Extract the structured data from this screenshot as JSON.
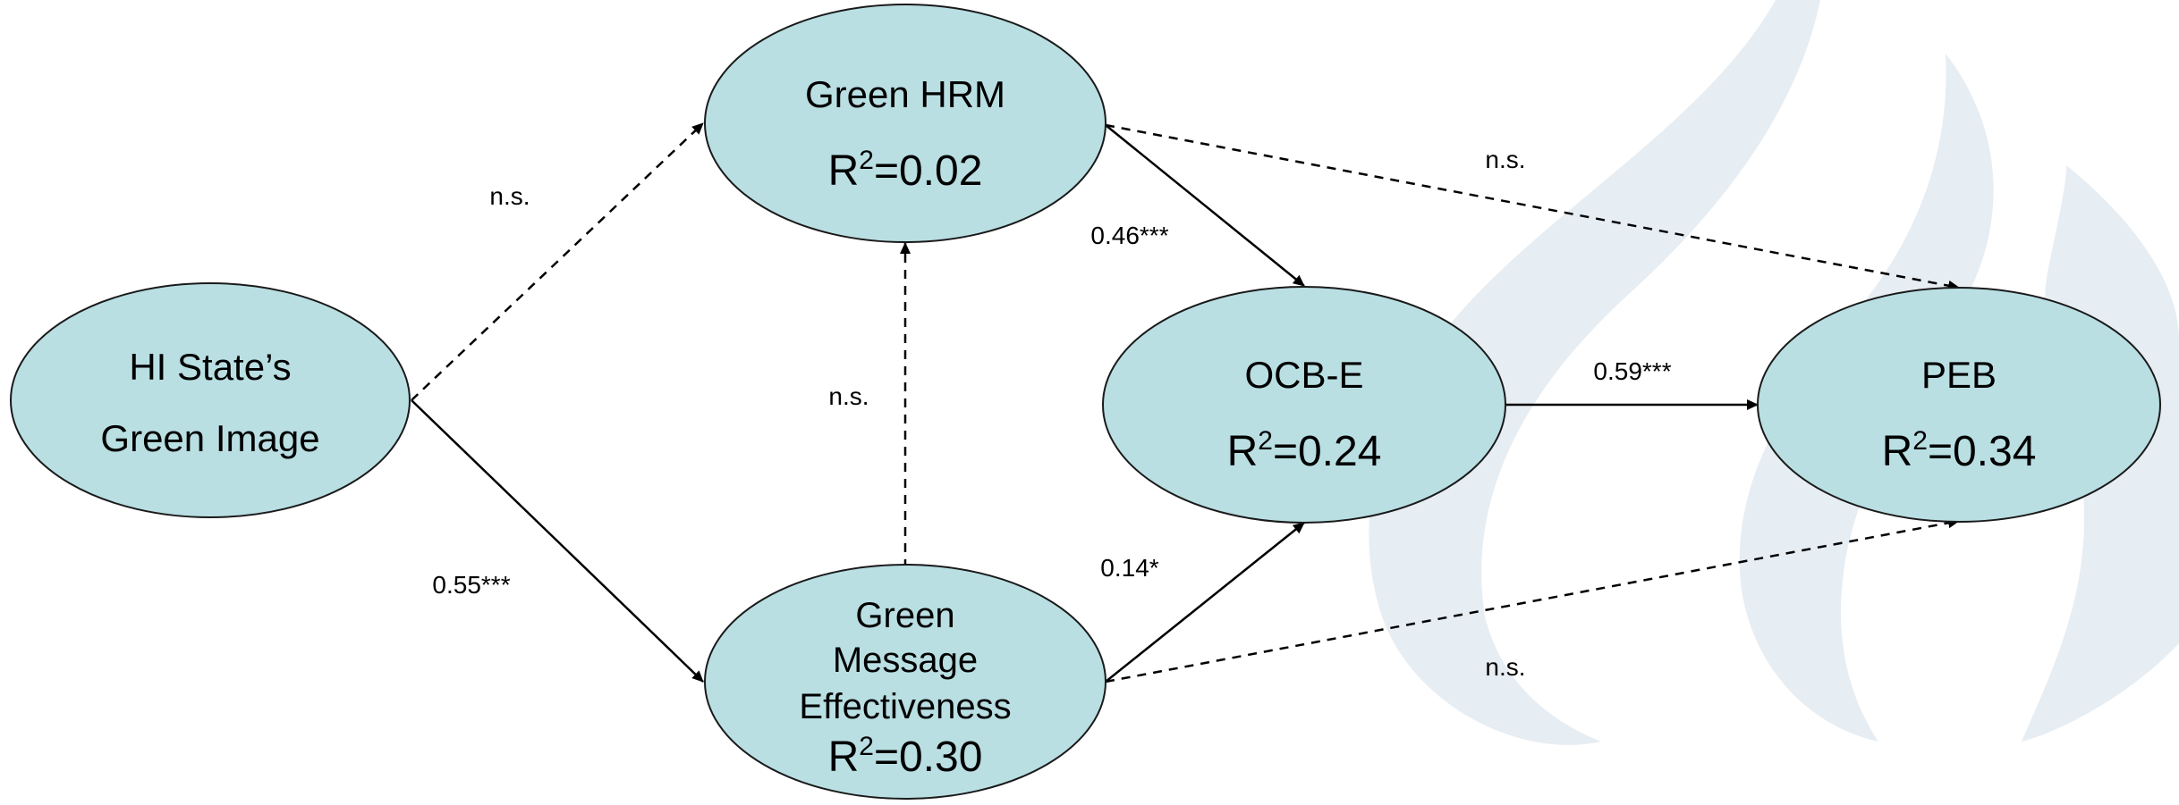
{
  "nodes": {
    "hi_state": {
      "line1": "HI State’s",
      "line2": "Green Image"
    },
    "green_hrm": {
      "title": "Green HRM",
      "r2_value": "=0.02"
    },
    "green_msg": {
      "line1": "Green",
      "line2": "Message",
      "line3": "Effectiveness",
      "r2_value": "=0.30"
    },
    "ocb_e": {
      "title": "OCB-E",
      "r2_value": "=0.24"
    },
    "peb": {
      "title": "PEB",
      "r2_value": "=0.34"
    }
  },
  "r2_symbol": {
    "base": "R",
    "sup": "2"
  },
  "edges": {
    "hi_to_hrm": "n.s.",
    "hi_to_msg": "0.55***",
    "msg_to_hrm": "n.s.",
    "hrm_to_ocb": "0.46***",
    "msg_to_ocb": "0.14*",
    "ocb_to_peb": "0.59***",
    "hrm_to_peb": "n.s.",
    "msg_to_peb": "n.s."
  },
  "colors": {
    "node_fill": "#b9dfe3",
    "node_stroke": "#1a1a1a",
    "watermark": "#e6edf3"
  }
}
